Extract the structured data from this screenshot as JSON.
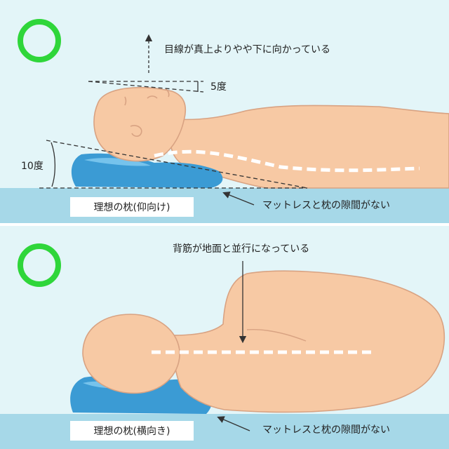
{
  "colors": {
    "background": "#e3f5f8",
    "mattress": "#a6d8e8",
    "skin": "#f7c9a4",
    "skin_outline": "#d8a282",
    "pillow": "#3b9bd4",
    "pillow_light": "#76c3ec",
    "check": "#2fd63a",
    "line": "#333333"
  },
  "panel_top": {
    "check_icon": "green-circle",
    "gaze_note": "目線が真上よりやや下に向かっている",
    "angle_face": "5度",
    "angle_head": "10度",
    "caption": "理想の枕(仰向け)",
    "mattress_note": "マットレスと枕の隙間がない"
  },
  "panel_bottom": {
    "check_icon": "green-circle",
    "spine_note": "背筋が地面と並行になっている",
    "caption": "理想の枕(横向き)",
    "mattress_note": "マットレスと枕の隙間がない"
  }
}
